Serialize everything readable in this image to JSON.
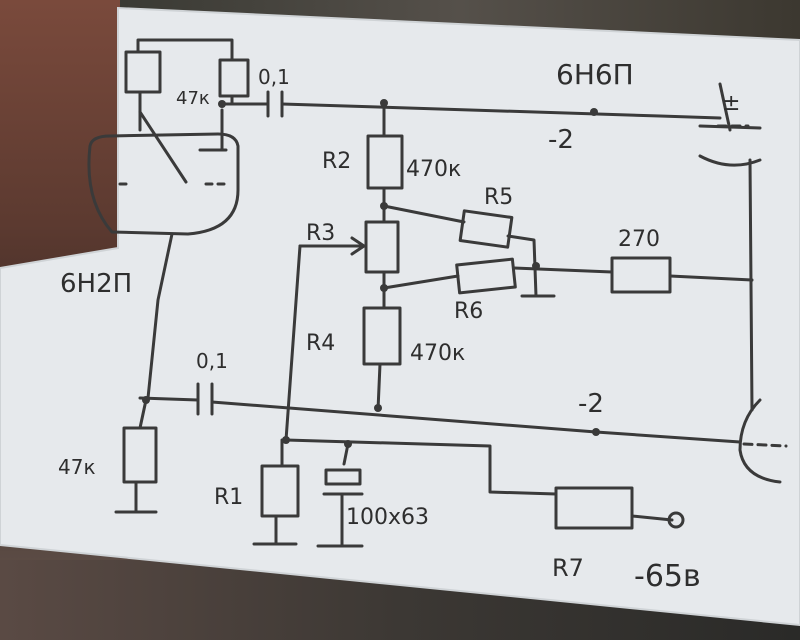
{
  "tubes": {
    "top_left": "6Н2П",
    "top_right": "6Н6П"
  },
  "components": {
    "cap_top": "0,1",
    "cap_mid": "0,1",
    "res_top_left": "47к",
    "res_bottom_left": "47к",
    "r2_name": "R2",
    "r2_value": "470к",
    "r3_name": "R3",
    "r4_name": "R4",
    "r4_value": "470к",
    "r5_name": "R5",
    "r6_name": "R6",
    "res_270": "270",
    "r1_name": "R1",
    "cap_electrolytic": "100х63",
    "r7_name": "R7",
    "supply": "-65в"
  },
  "labels": {
    "grid_top": "-2",
    "grid_bottom": "-2",
    "plus_mark": "±"
  },
  "colors": {
    "paper": "#e9ecef",
    "ink": "#3a3a3a"
  }
}
